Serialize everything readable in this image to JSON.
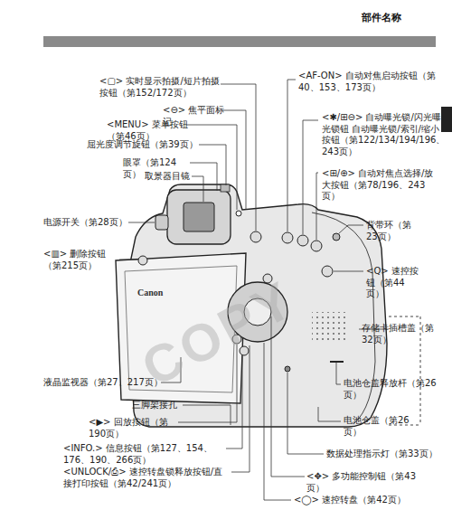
{
  "diagram": {
    "title": "部件名称",
    "labels": [
      "<▢> 实时显示拍摄/短片拍摄按钮（第152/172页）",
      "<⊖> 焦平面标记",
      "<MENU> 菜单按钮（第46页）",
      "屈光度调节旋钮（第39页）",
      "眼罩（第124页）",
      "取景器目镜",
      "电源开关（第28页）",
      "<▥> 删除按钮（第215页）",
      "液晶监视器（第27、217页）",
      "三脚架接孔",
      "<▶> 回放按钮（第190页）",
      "<INFO.> 信息按钮（第127、154、176、190、266页）",
      "<UNLOCK/⎙> 速控转盘锁释放按钮/直接打印按钮（第42/241页）",
      "<AF-ON> 自动对焦启动按钮（第40、153、173页）",
      "<✱/⊞⊖> 自动曝光锁/闪光曝光锁钮 自动曝光锁/索引/缩小按钮（第122/134/194/196、243页）",
      "<⊞/⊕> 自动对焦点选择/放大按钮（第78/196、243页）",
      "背带环（第23页）",
      "<Q> 速控按钮（第44页）",
      "存储卡插槽盖（第32页）",
      "电池仓盖释放杆（第26页）",
      "电池仓盖（第26页）",
      "数据处理指示灯（第33页）",
      "<✥> 多功能控制钮（第43页）",
      "<◯> 速控转盘（第42页）",
      "Canon",
      "COPY"
    ]
  }
}
